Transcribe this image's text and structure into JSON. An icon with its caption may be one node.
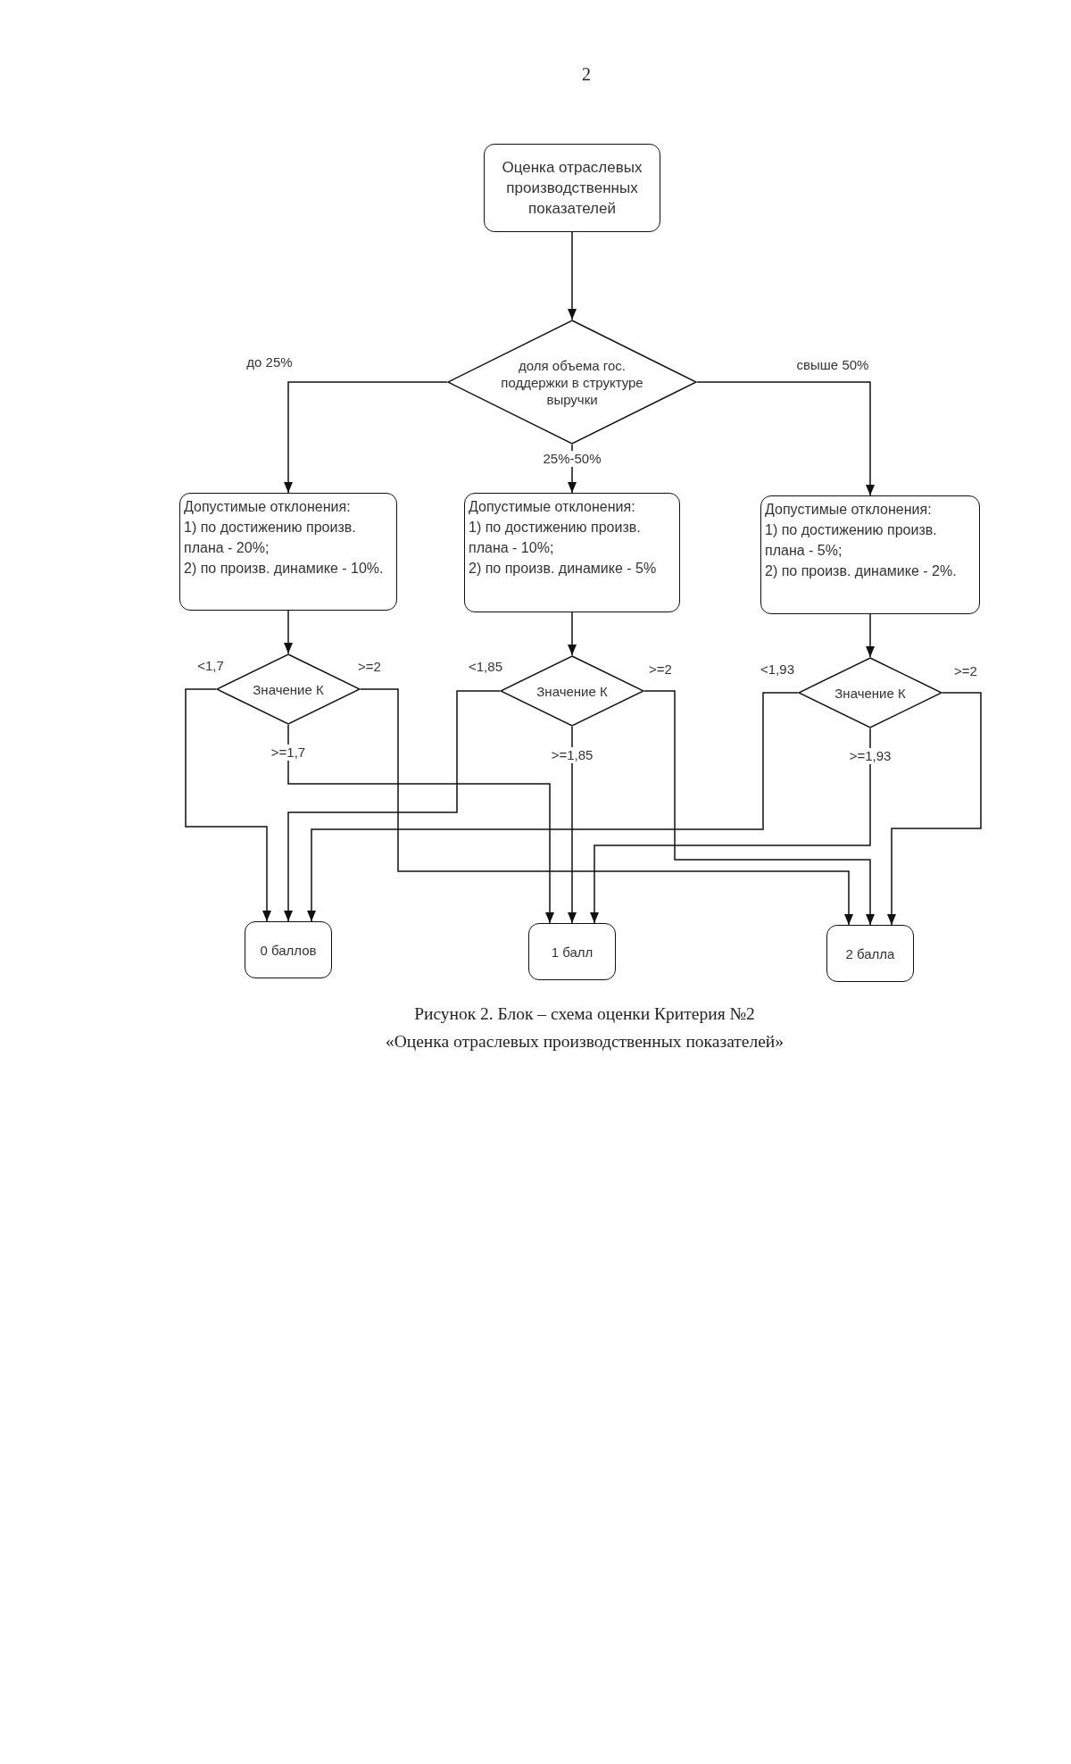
{
  "diagram": {
    "caption": "Рисунок 2. Блок – схема оценки Критерия №2 «Оценка отраслевых производственных показателей»",
    "nodes": [
      {
        "text": [
          "Оценка отраслевых производственных показателей"
        ]
      },
      {
        "text": [
          "доля объема гос. поддержки в структуре выручки"
        ]
      },
      {
        "text": [
          "Допустимые отклонения:",
          "1) по достижению произв. плана - 20%;",
          "2) по произв. динамике - 10%."
        ]
      },
      {
        "text": [
          "Допустимые отклонения:",
          "1) по достижению произв. плана - 10%;",
          "2) по произв. динамике - 5%"
        ]
      },
      {
        "text": [
          "Допустимые отклонения:",
          "1) по достижению произв. плана - 5%;",
          "2) по произв. динамике - 2%."
        ]
      },
      {
        "text": [
          "Значение К"
        ]
      },
      {
        "text": [
          "Значение К"
        ]
      },
      {
        "text": [
          "Значение К"
        ]
      },
      {
        "text": [
          "0 баллов"
        ]
      },
      {
        "text": [
          "1 балл"
        ]
      },
      {
        "text": [
          "2 балла"
        ]
      }
    ],
    "edges": [
      {
        "from": 0,
        "to": 1,
        "arrow": "to"
      },
      {
        "from": 1,
        "to": 2,
        "arrow": "to",
        "label": "до 25%"
      },
      {
        "from": 1,
        "to": 3,
        "arrow": "to",
        "label": "25%-50%"
      },
      {
        "from": 1,
        "to": 4,
        "arrow": "to",
        "label": "свыше 50%"
      },
      {
        "from": 2,
        "to": 5,
        "arrow": "to"
      },
      {
        "from": 3,
        "to": 6,
        "arrow": "to"
      },
      {
        "from": 4,
        "to": 7,
        "arrow": "to"
      },
      {
        "from": 5,
        "to": 8,
        "arrow": "to",
        "label": "<1,7"
      },
      {
        "from": 5,
        "to": 9,
        "arrow": "to",
        "label": ">=1,7"
      },
      {
        "from": 5,
        "to": 10,
        "arrow": "to",
        "label": ">=2"
      },
      {
        "from": 6,
        "to": 8,
        "arrow": "to",
        "label": "<1,85"
      },
      {
        "from": 6,
        "to": 9,
        "arrow": "to",
        "label": ">=1,85"
      },
      {
        "from": 6,
        "to": 10,
        "arrow": "to",
        "label": ">=2"
      },
      {
        "from": 7,
        "to": 8,
        "arrow": "to",
        "label": "<1,93"
      },
      {
        "from": 7,
        "to": 9,
        "arrow": "to",
        "label": ">=1,93"
      },
      {
        "from": 7,
        "to": 10,
        "arrow": "to",
        "label": ">=2"
      }
    ],
    "labels": [
      "2"
    ]
  }
}
